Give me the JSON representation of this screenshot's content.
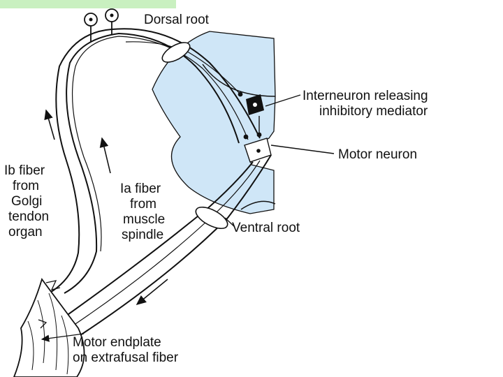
{
  "labels": {
    "dorsal_root": "Dorsal root",
    "interneuron_line1": "Interneuron releasing",
    "interneuron_line2": "inhibitory mediator",
    "motor_neuron": "Motor neuron",
    "ventral_root": "Ventral root",
    "ib_fiber": [
      "Ib fiber",
      "from",
      "Golgi",
      "tendon",
      "organ"
    ],
    "ia_fiber": [
      "Ia fiber",
      "from",
      "muscle",
      "spindle"
    ],
    "endplate_line1": "Motor endplate",
    "endplate_line2": "on extrafusal fiber"
  },
  "colors": {
    "gray_matter": "#cfe6f7",
    "line": "#111111",
    "header_bar": "#c9f0c0"
  }
}
